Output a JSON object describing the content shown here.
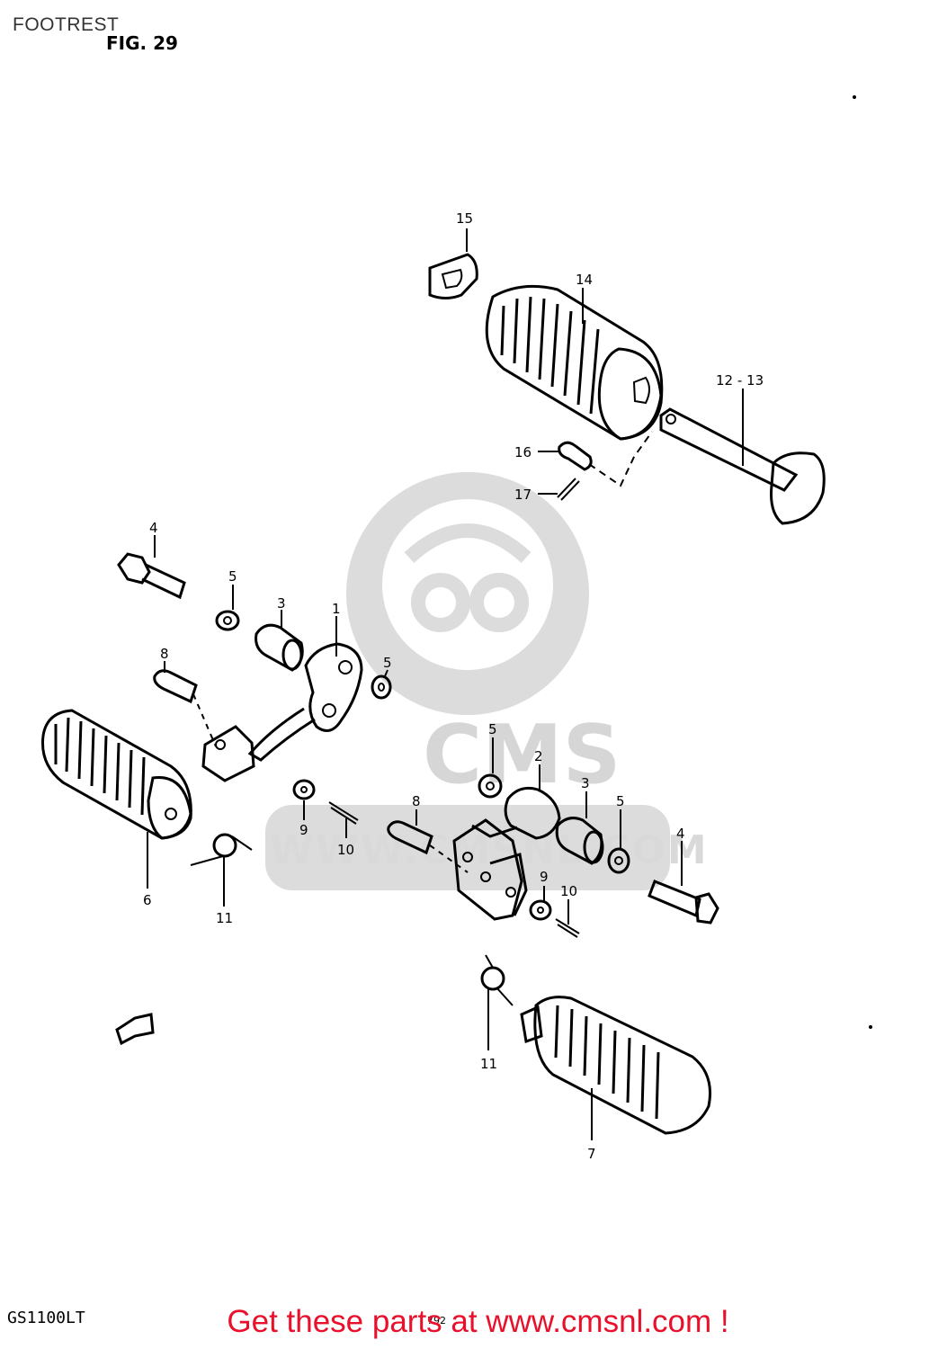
{
  "header": {
    "title": "FOOTREST",
    "figure": "FIG. 29"
  },
  "footer": {
    "model_code": "GS1100LT",
    "page_number": "792",
    "call_to_action": "Get these parts at www.cmsnl.com !"
  },
  "watermark": {
    "logo_text": "CMS",
    "url_text": "WWW.CMSNL.COM",
    "color": "#d9d9d9"
  },
  "colors": {
    "cta": "#e8102b",
    "line": "#000000"
  },
  "callouts": {
    "p1": "1",
    "p2": "2",
    "p3a": "3",
    "p3b": "3",
    "p4a": "4",
    "p4b": "4",
    "p5a": "5",
    "p5b": "5",
    "p5c": "5",
    "p5d": "5",
    "p6": "6",
    "p7": "7",
    "p8a": "8",
    "p8b": "8",
    "p9a": "9",
    "p9b": "9",
    "p10a": "10",
    "p10b": "10",
    "p11a": "11",
    "p11b": "11",
    "p12_13": "12 - 13",
    "p14": "14",
    "p15": "15",
    "p16": "16",
    "p17": "17"
  },
  "icons": {
    "front_arrow": "front-direction-arrow-icon"
  }
}
